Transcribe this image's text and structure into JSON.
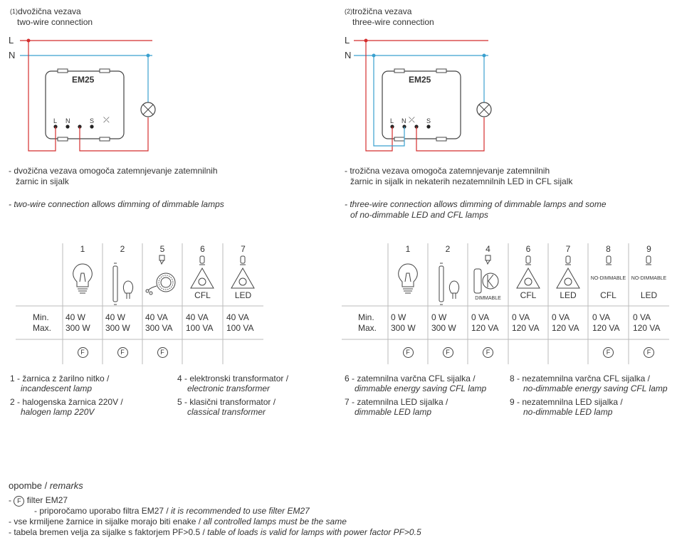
{
  "two_wire": {
    "sup": "(1)",
    "title_sl": "dvožična vezava",
    "title_en": "two-wire connection",
    "L": "L",
    "N": "N",
    "device": "EM25",
    "terms": [
      "L",
      "N",
      "S",
      "⤫"
    ],
    "note_sl_1": "- dvožična vezava omogoča zatemnjevanje zatemnilnih",
    "note_sl_2": "žarnic in sijalk",
    "note_en": "- two-wire connection allows dimming of dimmable lamps"
  },
  "three_wire": {
    "sup": "(2)",
    "title_sl": "trožična vezava",
    "title_en": "three-wire connection",
    "L": "L",
    "N": "N",
    "device": "EM25",
    "terms": [
      "L",
      "N",
      "⤫",
      "S"
    ],
    "note_sl_1": "- trožična vezava omogoča zatemnjevanje zatemnilnih",
    "note_sl_2": "žarnic in sijalk in nekaterih nezatemnilnih LED in CFL sijalk",
    "note_en_1": "- three-wire connection allows dimming of dimmable lamps and some",
    "note_en_2": "of no-dimmable LED and CFL lamps"
  },
  "table_left": {
    "minmax": [
      "Min.",
      "Max."
    ],
    "cols": [
      {
        "num": "1",
        "min": "40 W",
        "max": "300 W",
        "f": "F",
        "label": ""
      },
      {
        "num": "2",
        "min": "40 W",
        "max": "300 W",
        "f": "F",
        "label": ""
      },
      {
        "num": "5",
        "min": "40 VA",
        "max": "300 VA",
        "f": "F",
        "label": ""
      },
      {
        "num": "6",
        "min": "40 VA",
        "max": "100 VA",
        "f": "",
        "label": "CFL"
      },
      {
        "num": "7",
        "min": "40 VA",
        "max": "100 VA",
        "f": "",
        "label": "LED"
      }
    ]
  },
  "table_right": {
    "minmax": [
      "Min.",
      "Max."
    ],
    "cols": [
      {
        "num": "1",
        "min": "0 W",
        "max": "300 W",
        "f": "F",
        "label": "",
        "tag": ""
      },
      {
        "num": "2",
        "min": "0 W",
        "max": "300 W",
        "f": "F",
        "label": "",
        "tag": ""
      },
      {
        "num": "4",
        "min": "0 VA",
        "max": "120 VA",
        "f": "F",
        "label": "",
        "tag": "DIMMABLE"
      },
      {
        "num": "6",
        "min": "0 VA",
        "max": "120 VA",
        "f": "",
        "label": "CFL",
        "tag": ""
      },
      {
        "num": "7",
        "min": "0 VA",
        "max": "120 VA",
        "f": "",
        "label": "LED",
        "tag": ""
      },
      {
        "num": "8",
        "min": "0 VA",
        "max": "120 VA",
        "f": "F",
        "label": "CFL",
        "tag": "NO-DIMMABLE"
      },
      {
        "num": "9",
        "min": "0 VA",
        "max": "120 VA",
        "f": "F",
        "label": "LED",
        "tag": "NO-DIMMABLE"
      }
    ]
  },
  "legend": {
    "l1_sl": "1 - žarnica z žarilno nitko /",
    "l1_en": "incandescent lamp",
    "l2_sl": "2 - halogenska žarnica 220V /",
    "l2_en": "halogen lamp 220V",
    "l4_sl": "4 - elektronski transformator /",
    "l4_en": "electronic transformer",
    "l5_sl": "5 - klasični transformator /",
    "l5_en": "classical transformer",
    "l6_sl": "6 - zatemnilna varčna CFL sijalka /",
    "l6_en": "dimmable energy saving CFL lamp",
    "l7_sl": "7 - zatemnilna LED sijalka /",
    "l7_en": "dimmable LED lamp",
    "l8_sl": "8  - nezatemnilna varčna CFL sijalka /",
    "l8_en": "no-dimmable energy saving CFL lamp",
    "l9_sl": "9  - nezatemnilna LED sijalka /",
    "l9_en": "no-dimmable LED lamp"
  },
  "remarks": {
    "title_sl": "opombe",
    "title_sep": " / ",
    "title_en": "remarks",
    "r1_dash": "-",
    "r1_f": "F",
    "r1_text": "filter EM27",
    "r1b_sl": "- priporočamo uporabo filtra EM27  /",
    "r1b_en": "it is recommended to use filter EM27",
    "r2_sl": "-  vse krmiljene žarnice in sijalke morajo biti enake  /",
    "r2_en": "all controlled lamps must be the same",
    "r3_sl": "-  tabela bremen velja za sijalke s faktorjem PF>0.5  /",
    "r3_en": "table of loads is valid for lamps with power factor PF>0.5"
  },
  "colors": {
    "L": "#d42e2e",
    "N": "#3aa0cf",
    "ink": "#333333"
  }
}
